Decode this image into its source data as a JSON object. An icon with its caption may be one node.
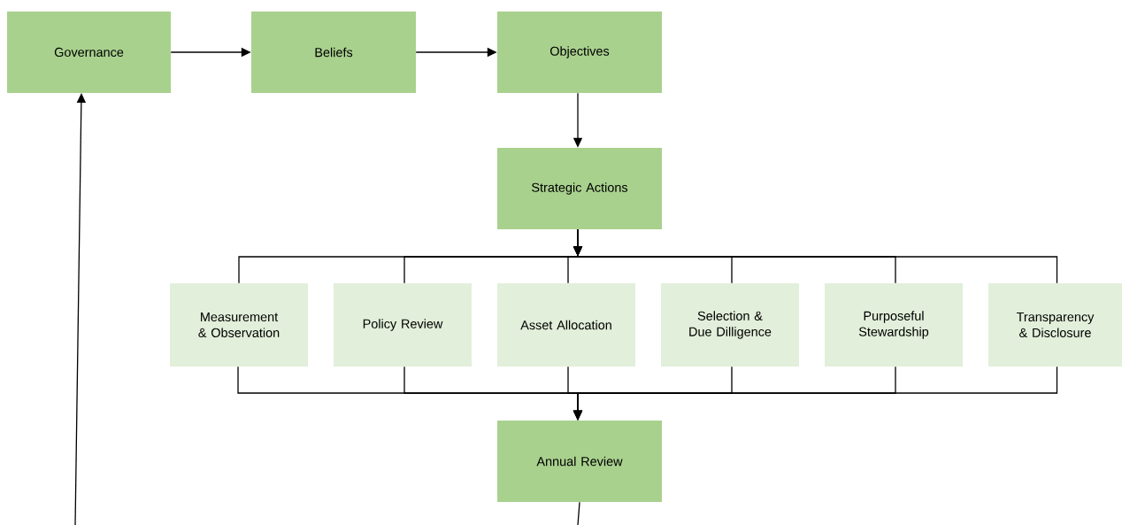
{
  "diagram": {
    "nodes": [
      {
        "text": [
          "Governance"
        ]
      },
      {
        "text": [
          "Beliefs"
        ]
      },
      {
        "text": [
          "Objectives"
        ]
      },
      {
        "text": [
          "Strategic Actions"
        ]
      },
      {
        "text": [
          "Measurement & Observation"
        ]
      },
      {
        "text": [
          "Policy Review"
        ]
      },
      {
        "text": [
          "Asset Allocation"
        ]
      },
      {
        "text": [
          "Selection & Due Dilligence"
        ]
      },
      {
        "text": [
          "Purposeful Stewardship"
        ]
      },
      {
        "text": [
          "Transparency & Disclosure"
        ]
      },
      {
        "text": [
          "Annual Review"
        ]
      }
    ],
    "edges": [
      {
        "from": 0,
        "to": 1,
        "arrow": "to"
      },
      {
        "from": 1,
        "to": 2,
        "arrow": "to"
      },
      {
        "from": 2,
        "to": 3,
        "arrow": "to"
      },
      {
        "from": 3,
        "to": 4,
        "arrow": "to"
      },
      {
        "from": 3,
        "to": 5,
        "arrow": "to"
      },
      {
        "from": 3,
        "to": 6,
        "arrow": "to"
      },
      {
        "from": 3,
        "to": 7,
        "arrow": "to"
      },
      {
        "from": 3,
        "to": 8,
        "arrow": "to"
      },
      {
        "from": 3,
        "to": 9,
        "arrow": "to"
      },
      {
        "from": 4,
        "to": 10,
        "arrow": "to"
      },
      {
        "from": 5,
        "to": 10,
        "arrow": "to"
      },
      {
        "from": 6,
        "to": 10,
        "arrow": "to"
      },
      {
        "from": 7,
        "to": 10,
        "arrow": "to"
      },
      {
        "from": 8,
        "to": 10,
        "arrow": "to"
      },
      {
        "from": 9,
        "to": 10,
        "arrow": "to"
      },
      {
        "from": 10,
        "to": null,
        "arrow": "none"
      },
      {
        "from": null,
        "to": 0,
        "arrow": "to"
      }
    ]
  }
}
